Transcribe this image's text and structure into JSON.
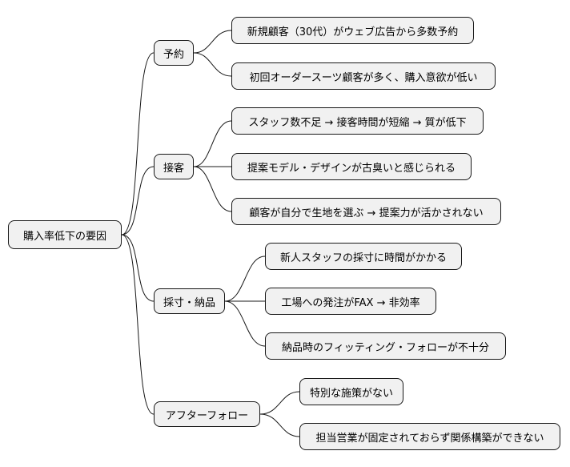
{
  "mindmap": {
    "root": {
      "label": "購入率低下の要因"
    },
    "branches": [
      {
        "label": "予約",
        "children": [
          "新規顧客（30代）がウェブ広告から多数予約",
          "初回オーダースーツ顧客が多く、購入意欲が低い"
        ]
      },
      {
        "label": "接客",
        "children": [
          "スタッフ数不足 → 接客時間が短縮 → 質が低下",
          "提案モデル・デザインが古臭いと感じられる",
          "顧客が自分で生地を選ぶ → 提案力が活かされない"
        ]
      },
      {
        "label": "採寸・納品",
        "children": [
          "新人スタッフの採寸に時間がかかる",
          "工場への発注がFAX → 非効率",
          "納品時のフィッティング・フォローが不十分"
        ]
      },
      {
        "label": "アフターフォロー",
        "children": [
          "特別な施策がない",
          "担当営業が固定されておらず関係構築ができない"
        ]
      }
    ]
  }
}
